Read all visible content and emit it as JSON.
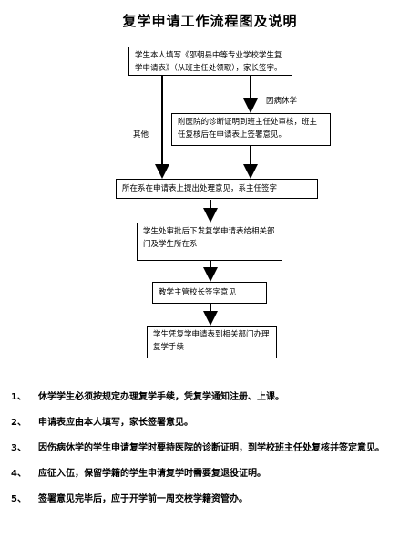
{
  "title": "复学申请工作流程图及说明",
  "flow": {
    "box1": "学生本人填写《邵朝县中等专业学校学生复学申请表》（从班主任处领取），家长签字。",
    "box2": "附医院的诊断证明到班主任处审核，班主任复核后在申请表上签署意见。",
    "box3": "所在系在申请表上提出处理意见，系主任签字",
    "box4": "学生处审批后下发复学申请表给相关部门及学生所在系",
    "box5": "教学主管校长签字意见",
    "box6": "学生凭复学申请表到相关部门办理复学手续",
    "label_illness": "因病休学",
    "label_other": "其他"
  },
  "notes": [
    {
      "num": "1、",
      "text": "休学学生必须按规定办理复学手续，凭复学通知注册、上课。"
    },
    {
      "num": "2、",
      "text": "申请表应由本人填写，家长签署意见。"
    },
    {
      "num": "3、",
      "text": "因伤病休学的学生申请复学时要持医院的诊断证明，到学校班主任处复核并签定意见。"
    },
    {
      "num": "4、",
      "text": "应征入伍，保留学籍的学生申请复学时需要复退役证明。"
    },
    {
      "num": "5、",
      "text": "签署意见完毕后，应于开学前一周交校学籍资管办。"
    }
  ]
}
